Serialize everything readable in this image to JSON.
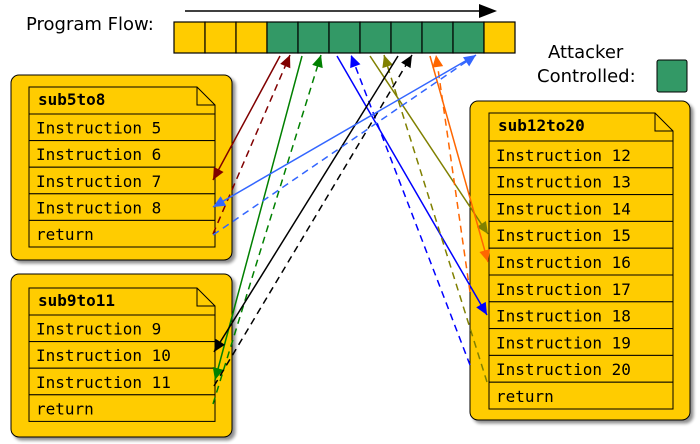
{
  "labels": {
    "program_flow": "Program Flow:",
    "attacker_line1": "Attacker",
    "attacker_line2": "Controlled:"
  },
  "colors": {
    "box_fill": "#ffcc00",
    "controlled": "#339966",
    "dark_red": "#800000",
    "green": "#008000",
    "blue": "#0000ff",
    "olive": "#808000",
    "black": "#000000",
    "orange": "#ff6600",
    "light_blue": "#3366ff"
  },
  "program_flow_cells": [
    {
      "controlled": false
    },
    {
      "controlled": false
    },
    {
      "controlled": false
    },
    {
      "controlled": true
    },
    {
      "controlled": true
    },
    {
      "controlled": true
    },
    {
      "controlled": true
    },
    {
      "controlled": true
    },
    {
      "controlled": true
    },
    {
      "controlled": true
    },
    {
      "controlled": false
    }
  ],
  "subroutines": {
    "sub5to8": {
      "name": "sub5to8",
      "rows": [
        "Instruction 5",
        "Instruction 6",
        "Instruction 7",
        "Instruction 8",
        "return"
      ]
    },
    "sub9to11": {
      "name": "sub9to11",
      "rows": [
        "Instruction 9",
        "Instruction 10",
        "Instruction 11",
        "return"
      ]
    },
    "sub12to20": {
      "name": "sub12to20",
      "rows": [
        "Instruction 12",
        "Instruction 13",
        "Instruction 14",
        "Instruction 15",
        "Instruction 16",
        "Instruction 17",
        "Instruction 18",
        "Instruction 19",
        "Instruction 20",
        "return"
      ]
    }
  },
  "flows": [
    {
      "name": "flow-darkred",
      "color": "dark_red"
    },
    {
      "name": "flow-green",
      "color": "green"
    },
    {
      "name": "flow-blue",
      "color": "blue"
    },
    {
      "name": "flow-olive",
      "color": "olive"
    },
    {
      "name": "flow-black",
      "color": "black"
    },
    {
      "name": "flow-orange",
      "color": "orange"
    },
    {
      "name": "flow-lightblue",
      "color": "light_blue"
    }
  ]
}
